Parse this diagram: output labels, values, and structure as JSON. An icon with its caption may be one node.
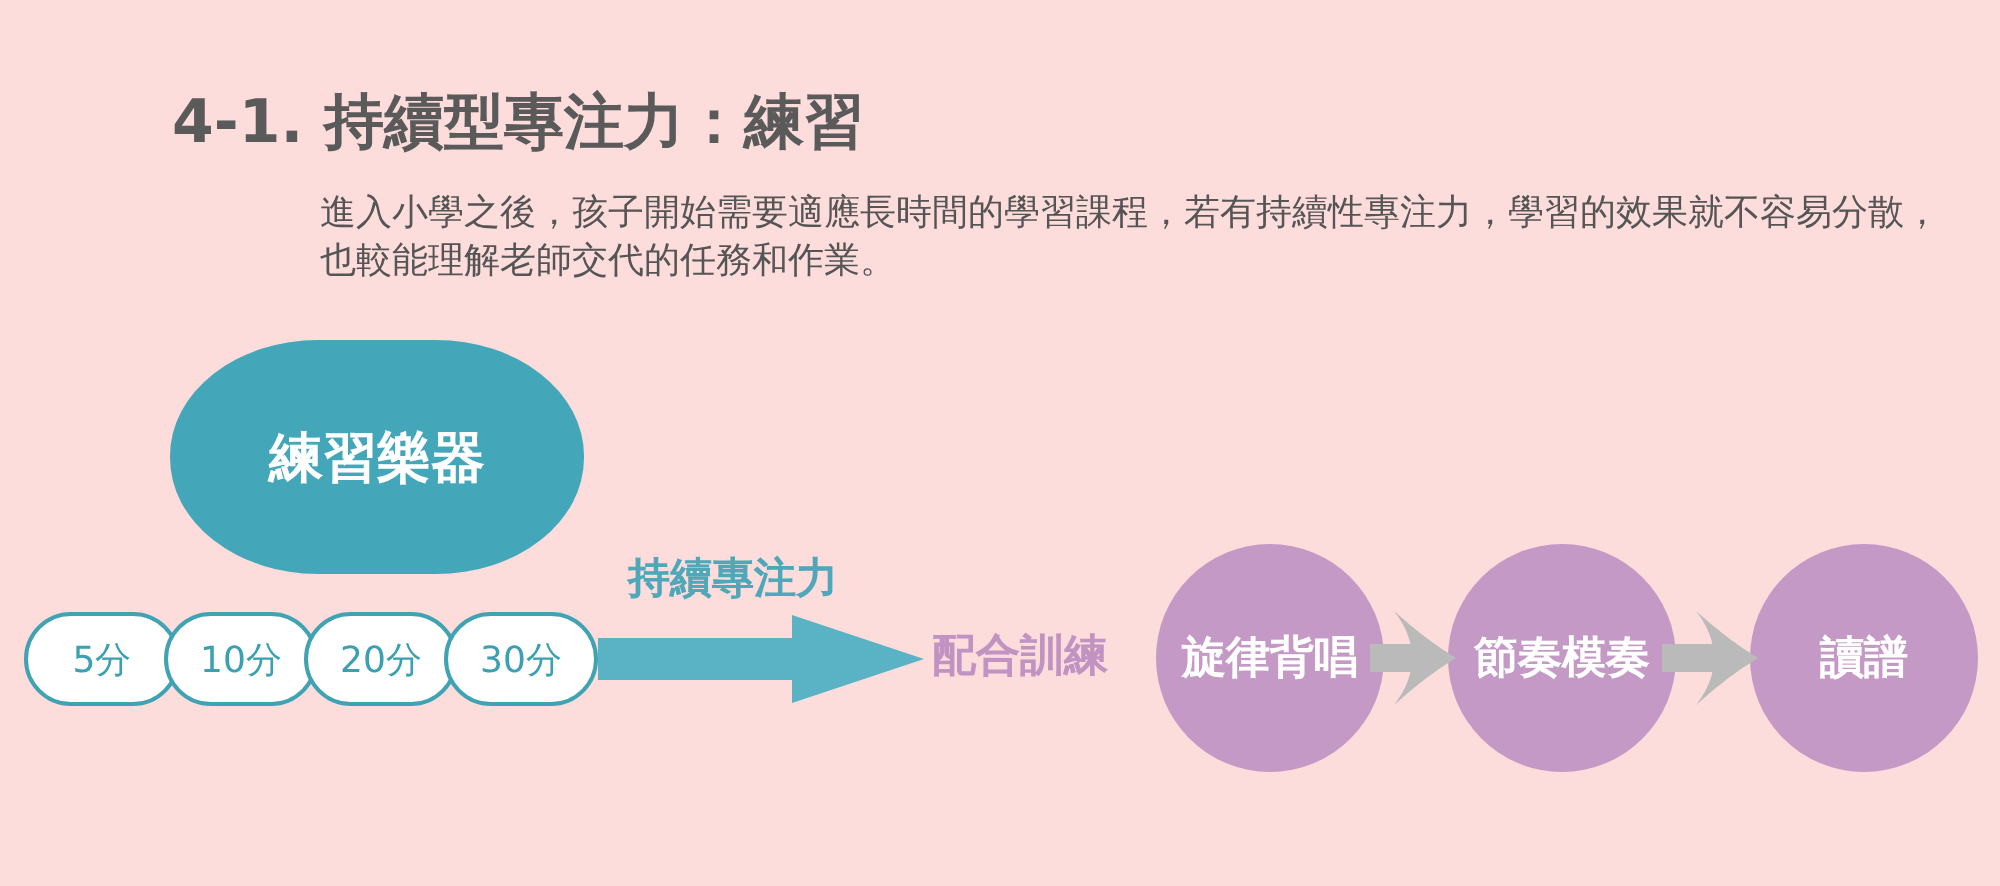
{
  "diagram": {
    "title": "4-1. 持續型專注力：練習",
    "nodes": [
      {
        "text": [
          "練習樂器"
        ]
      },
      {
        "text": [
          "5分"
        ]
      },
      {
        "text": [
          "10分"
        ]
      },
      {
        "text": [
          "20分"
        ]
      },
      {
        "text": [
          "30分"
        ]
      },
      {
        "text": [
          "配合訓練"
        ]
      },
      {
        "text": [
          "旋律背唱"
        ]
      },
      {
        "text": [
          "節奏模奏"
        ]
      },
      {
        "text": [
          "讀譜"
        ]
      }
    ],
    "edges": [
      {
        "from": 4,
        "to": 5,
        "arrow": "to",
        "label": "持續專注力",
        "color": "#5ab3c4"
      },
      {
        "from": 6,
        "to": 7,
        "arrow": "to"
      },
      {
        "from": 7,
        "to": 8,
        "arrow": "to"
      }
    ],
    "labels": [
      "進入小學之後，孩子開始需要適應長時間的學習課程，若有持續性專注力，學習的效果就不容易分散，也較能理解老師交代的任務和作業。"
    ]
  }
}
